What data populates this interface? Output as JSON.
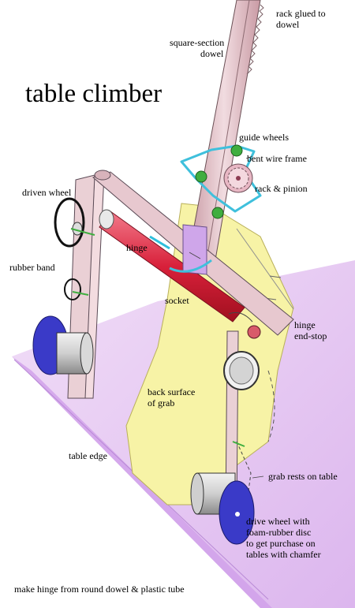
{
  "title": "table climber",
  "labels": {
    "rack_glued": [
      "rack glued to",
      "dowel"
    ],
    "square_dowel": [
      "square-section",
      "dowel"
    ],
    "guide_wheels": "guide wheels",
    "bent_wire_frame": "bent wire frame",
    "rack_pinion": "rack & pinion",
    "driven_wheel": "driven wheel",
    "hinge": "hinge",
    "rubber_band": "rubber band",
    "socket": "socket",
    "hinge_end_stop": [
      "hinge",
      "end-stop"
    ],
    "back_surface": [
      "back surface",
      "of grab"
    ],
    "table_edge": "table edge",
    "grab_rests": "grab rests on table",
    "drive_wheel": [
      "drive wheel with",
      "foam-rubber disc",
      "to get purchase on",
      "tables with chamfer"
    ],
    "footer_note": "make hinge from round dowel & plastic tube"
  },
  "colors": {
    "table_top": "#e4c6f0",
    "table_edge": "#cfa6ea",
    "grab_face": "#f7f3a6",
    "dowel": "#e7c8cf",
    "hinge_rod": "#e0324a",
    "wire_frame": "#3fc0dc",
    "guide_wheel": "#3fae3f",
    "drive_wheel": "#3a3ac8"
  }
}
